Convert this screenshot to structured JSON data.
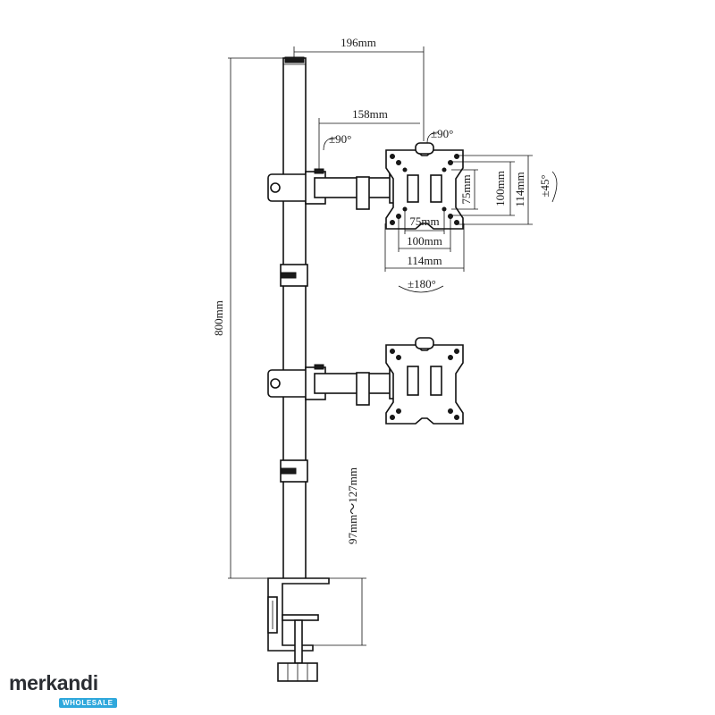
{
  "diagram": {
    "dimensions": {
      "total_height": "800mm",
      "arm_reach": "196mm",
      "arm_length": "158mm",
      "clamp_range": "97mm～127mm",
      "vesa_75_h": "75mm",
      "vesa_100_h": "100mm",
      "vesa_114_h": "114mm",
      "vesa_75_w": "75mm",
      "vesa_100_w": "100mm",
      "vesa_114_w": "114mm"
    },
    "rotations": {
      "arm_swivel": "±90°",
      "head_swivel": "±90°",
      "tilt": "±45°",
      "rotate": "±180°"
    }
  },
  "logo": {
    "word": "merkandi",
    "badge": "WHOLESALE",
    "accent_color": "#2fa8dc",
    "text_color": "#2b2e33"
  }
}
